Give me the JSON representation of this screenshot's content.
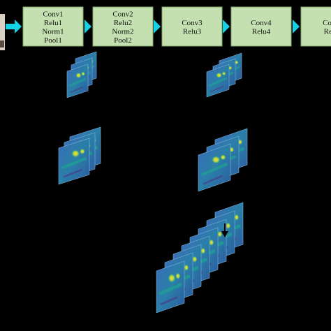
{
  "pipeline": {
    "blocks": [
      {
        "lines": [
          "Conv1",
          "Relu1",
          "Norm1",
          "Pool1"
        ]
      },
      {
        "lines": [
          "Conv2",
          "Relu2",
          "Norm2",
          "Pool2"
        ]
      },
      {
        "lines": [
          "Conv3",
          "Relu3"
        ]
      },
      {
        "lines": [
          "Conv4",
          "Relu4"
        ]
      },
      {
        "lines": [
          "Conv",
          "Relu"
        ]
      }
    ]
  },
  "feature_map_stacks": [
    {
      "count": 3
    },
    {
      "count": 3
    },
    {
      "count": 3
    },
    {
      "count": 3
    },
    {
      "count": 8
    }
  ],
  "colors": {
    "background": "#000000",
    "block_fill": "#c4e0b0",
    "block_border": "#7ea86a",
    "arrow": "#16d2e6",
    "map_base": "#2f5fae",
    "map_mid": "#1f9e95",
    "map_hot": "#ffe533",
    "map_warm": "#9ed04a"
  }
}
